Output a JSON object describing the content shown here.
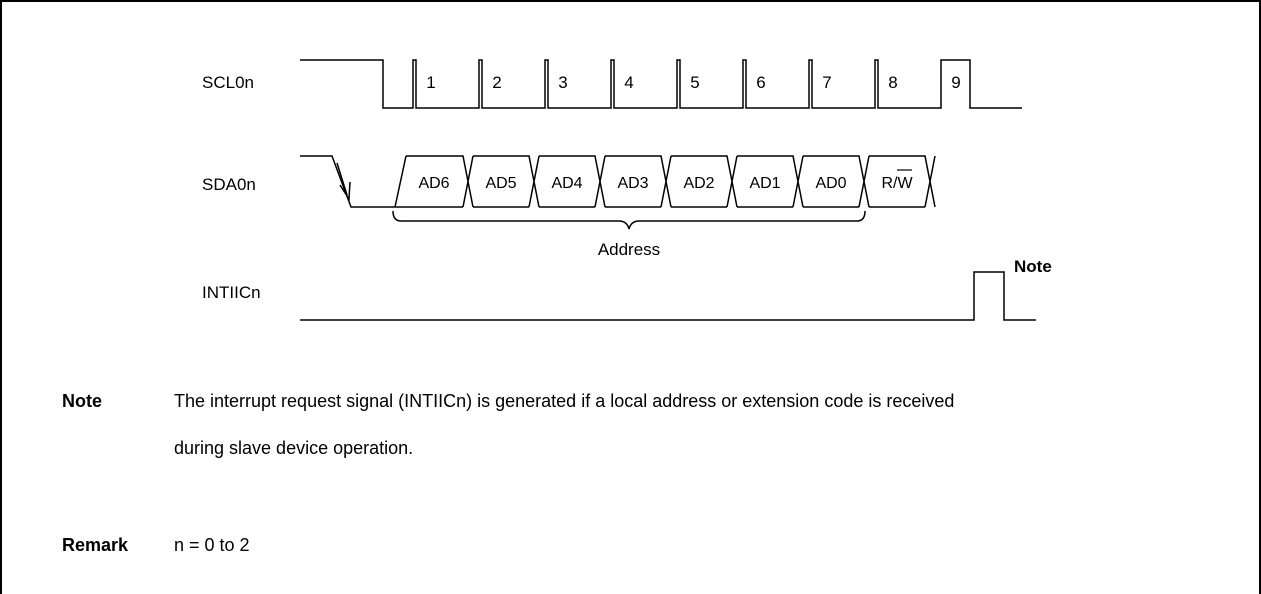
{
  "signals": {
    "scl": "SCL0n",
    "sda": "SDA0n",
    "int": "INTIICn"
  },
  "clock_numbers": [
    "1",
    "2",
    "3",
    "4",
    "5",
    "6",
    "7",
    "8",
    "9"
  ],
  "data_bits": [
    "AD6",
    "AD5",
    "AD4",
    "AD3",
    "AD2",
    "AD1",
    "AD0"
  ],
  "rw_bit": {
    "prefix": "R/",
    "overlined": "W"
  },
  "address_label": "Address",
  "note_marker": "Note",
  "note": {
    "key": "Note",
    "line1": "The interrupt request signal (INTIICn) is generated if a local address or extension code is received",
    "line2": "during slave device operation."
  },
  "remark": {
    "key": "Remark",
    "text": "n = 0 to 2"
  },
  "colors": {
    "line": "#000000",
    "background": "#ffffff"
  }
}
